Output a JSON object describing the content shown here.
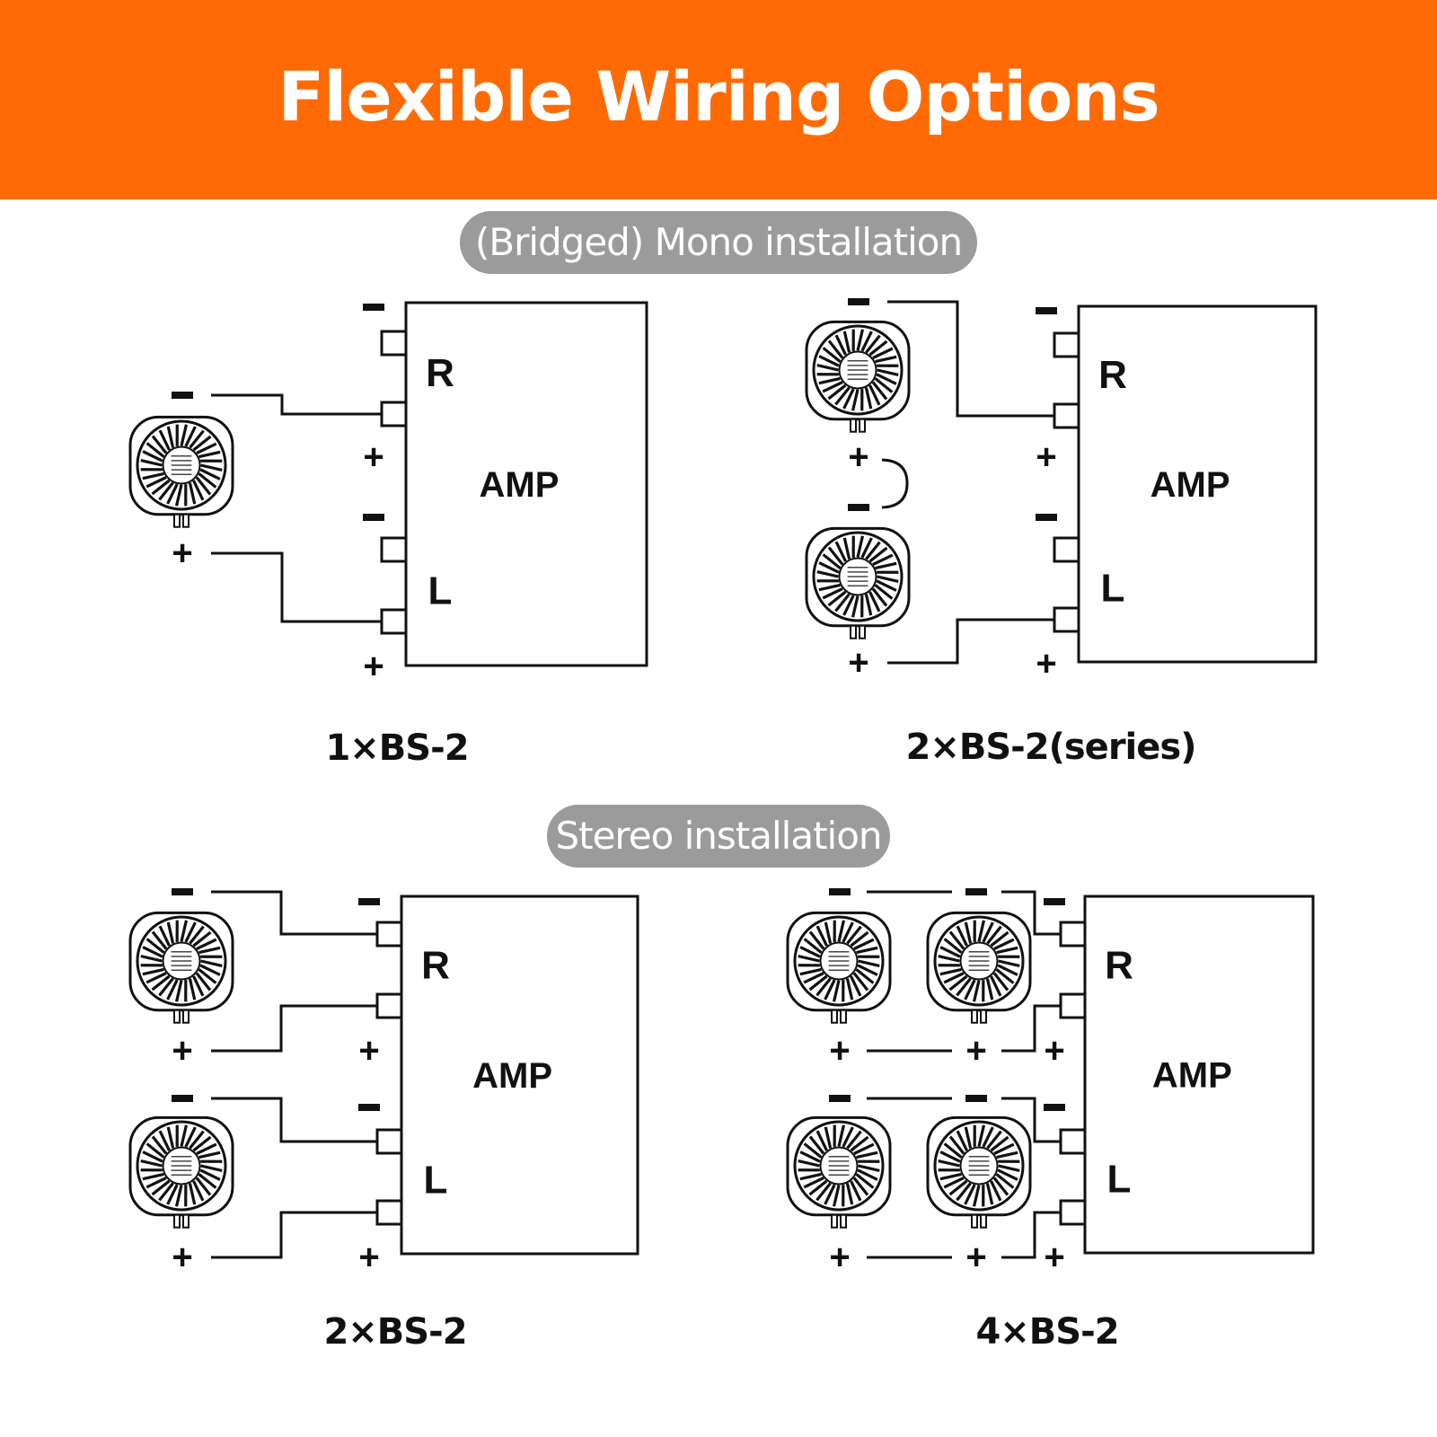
{
  "header": {
    "title": "Flexible Wiring Options",
    "background_color": "#ff6a04"
  },
  "sections": {
    "mono": {
      "label": "(Bridged) Mono installation"
    },
    "stereo": {
      "label": "Stereo installation"
    }
  },
  "diagrams": [
    {
      "caption": "1×BS-2",
      "amp_label": "AMP",
      "channels": [
        "R",
        "L"
      ],
      "speaker_count": 1,
      "wiring": "bridged"
    },
    {
      "caption": "2×BS-2(series)",
      "amp_label": "AMP",
      "channels": [
        "R",
        "L"
      ],
      "speaker_count": 2,
      "wiring": "bridged series"
    },
    {
      "caption": "2×BS-2",
      "amp_label": "AMP",
      "channels": [
        "R",
        "L"
      ],
      "speaker_count": 2,
      "wiring": "stereo"
    },
    {
      "caption": "4×BS-2",
      "amp_label": "AMP",
      "channels": [
        "R",
        "L"
      ],
      "speaker_count": 4,
      "wiring": "stereo parallel"
    }
  ],
  "polarity": {
    "plus": "+",
    "minus": "−"
  },
  "speaker_icon": "subwoofer-speaker-icon"
}
